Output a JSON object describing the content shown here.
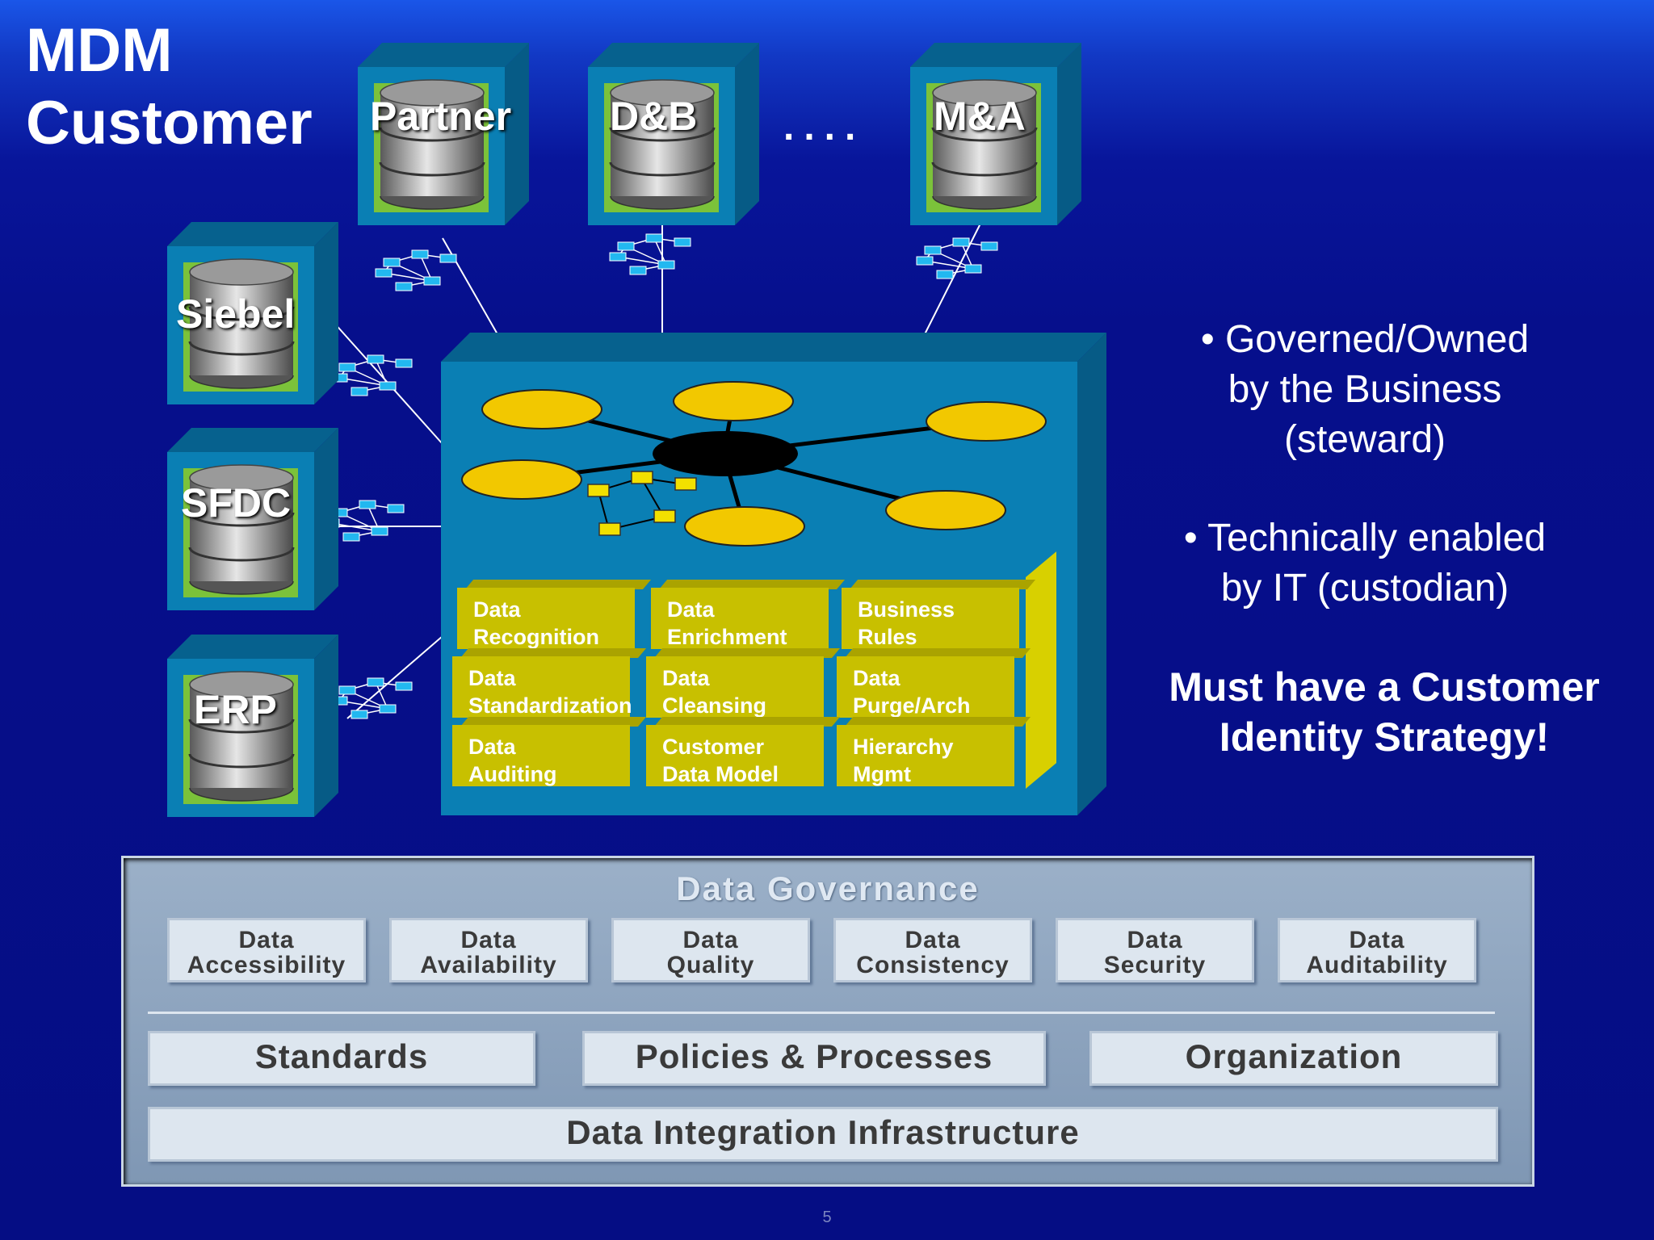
{
  "title": {
    "line1": "MDM",
    "line2": "Customer"
  },
  "sources": {
    "top": [
      "Partner",
      "D&B",
      "M&A"
    ],
    "ellipsis": "....",
    "left": [
      "Siebel",
      "SFDC",
      "ERP"
    ]
  },
  "hub": {
    "services": [
      {
        "line1": "Data",
        "line2": "Recognition"
      },
      {
        "line1": "Data",
        "line2": "Enrichment"
      },
      {
        "line1": "Business",
        "line2": "Rules"
      },
      {
        "line1": "Data",
        "line2": "Standardization"
      },
      {
        "line1": "Data",
        "line2": "Cleansing"
      },
      {
        "line1": "Data",
        "line2": "Purge/Arch"
      },
      {
        "line1": "Data",
        "line2": "Auditing"
      },
      {
        "line1": "Customer",
        "line2": "Data Model"
      },
      {
        "line1": "Hierarchy",
        "line2": "Mgmt"
      }
    ]
  },
  "bullets": {
    "b1": {
      "line1": "• Governed/Owned",
      "line2": "by the Business",
      "line3": "(steward)"
    },
    "b2": {
      "line1": "• Technically enabled",
      "line2": "by IT (custodian)"
    },
    "emphasis": {
      "line1": "Must have a Customer",
      "line2": "Identity Strategy!"
    }
  },
  "governance": {
    "title": "Data Governance",
    "dimensions": [
      {
        "line1": "Data",
        "line2": "Accessibility"
      },
      {
        "line1": "Data",
        "line2": "Availability"
      },
      {
        "line1": "Data",
        "line2": "Quality"
      },
      {
        "line1": "Data",
        "line2": "Consistency"
      },
      {
        "line1": "Data",
        "line2": "Security"
      },
      {
        "line1": "Data",
        "line2": "Auditability"
      }
    ],
    "pillars": [
      "Standards",
      "Policies & Processes",
      "Organization"
    ],
    "foundation": "Data Integration Infrastructure"
  },
  "page_number": "5",
  "colors": {
    "cube": "#0a7fb4",
    "hub_node": "#f2c800",
    "service": "#c8c000",
    "panel": "#8ea4be"
  }
}
